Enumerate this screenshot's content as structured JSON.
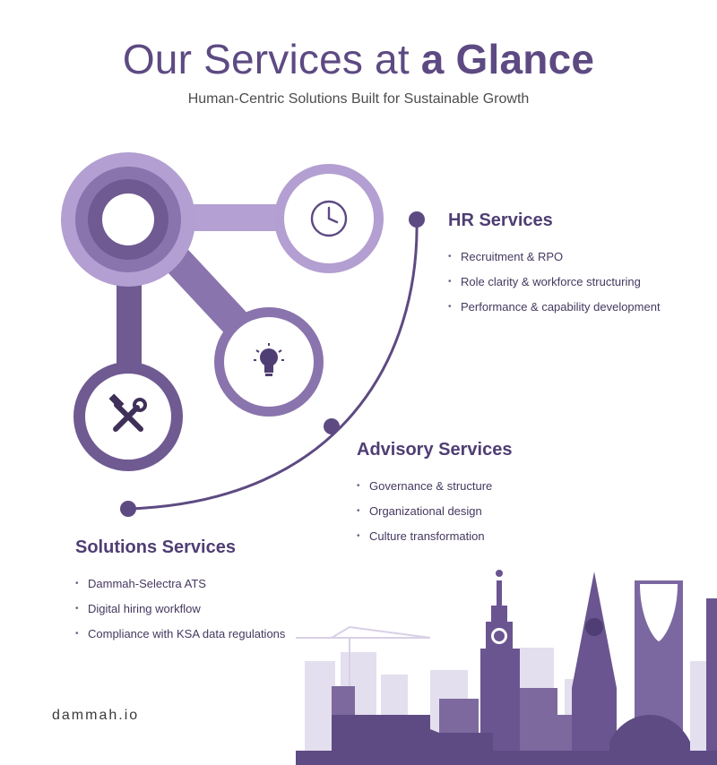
{
  "header": {
    "title_regular": "Our Services at ",
    "title_bold": "a Glance",
    "subtitle": "Human-Centric Solutions Built for Sustainable Growth"
  },
  "sections": {
    "hr": {
      "title": "HR Services",
      "items": [
        "Recruitment & RPO",
        "Role clarity & workforce structuring",
        "Performance & capability development"
      ]
    },
    "advisory": {
      "title": "Advisory Services",
      "items": [
        "Governance & structure",
        "Organizational design",
        "Culture transformation"
      ]
    },
    "solutions": {
      "title": "Solutions Services",
      "items": [
        "Dammah-Selectra ATS",
        "Digital hiring workflow",
        "Compliance with KSA data regulations"
      ]
    }
  },
  "icons": [
    "clock-icon",
    "lightbulb-icon",
    "tools-icon"
  ],
  "footer": {
    "site": "dammah.io"
  },
  "colors": {
    "primary": "#5d4a82",
    "dark": "#6f5a92",
    "light": "#b39fd1",
    "mid": "#8a74ad",
    "pale": "#cfc3e3"
  }
}
